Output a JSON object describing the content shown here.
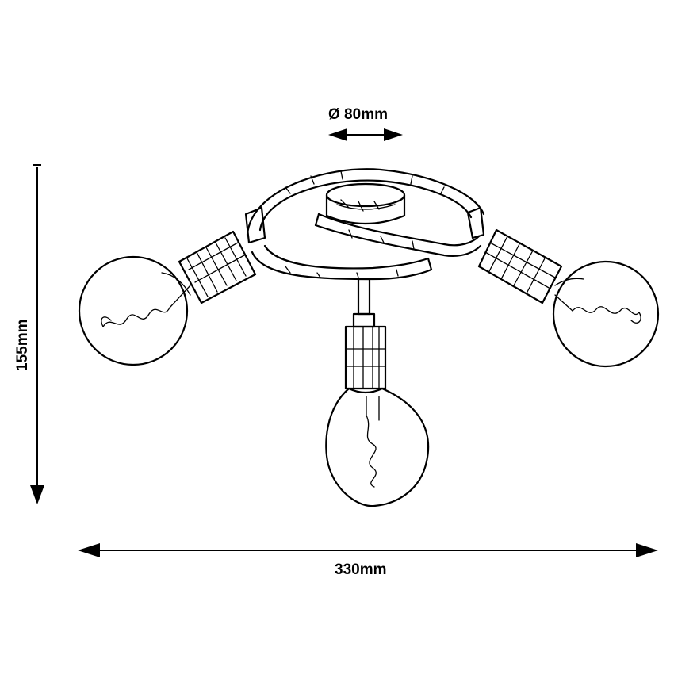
{
  "dimensions": {
    "diameter": "Ø 80mm",
    "width": "330mm",
    "height": "155mm"
  },
  "colors": {
    "line": "#000000",
    "background": "#ffffff"
  }
}
